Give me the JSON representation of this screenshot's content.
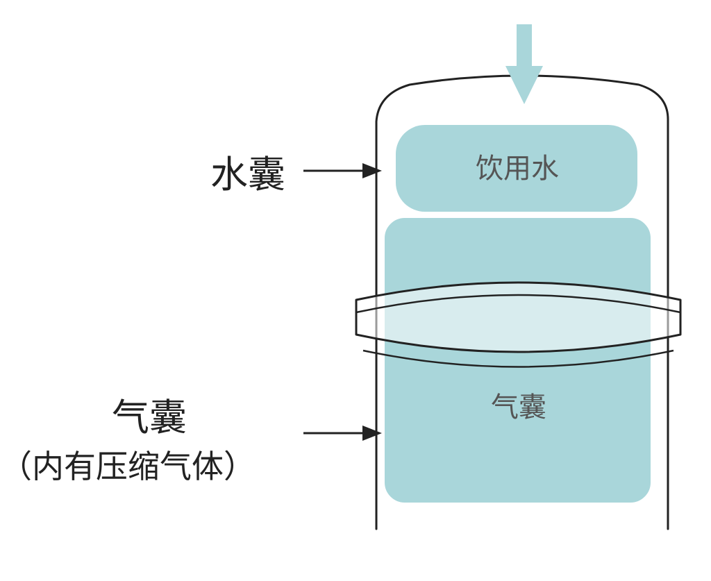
{
  "labels": {
    "water_bladder": "水囊",
    "air_bladder": "气囊",
    "air_bladder_note": "（内有压缩气体）"
  },
  "inner": {
    "water_chamber": "饮用水",
    "air_chamber": "气囊"
  },
  "colors": {
    "chamber_fill": "#a9d6da",
    "inflow_arrow": "#a9d6da",
    "outline": "#222222"
  },
  "icons": {
    "inflow": "down-arrow-icon",
    "pointer": "right-arrow-icon"
  }
}
